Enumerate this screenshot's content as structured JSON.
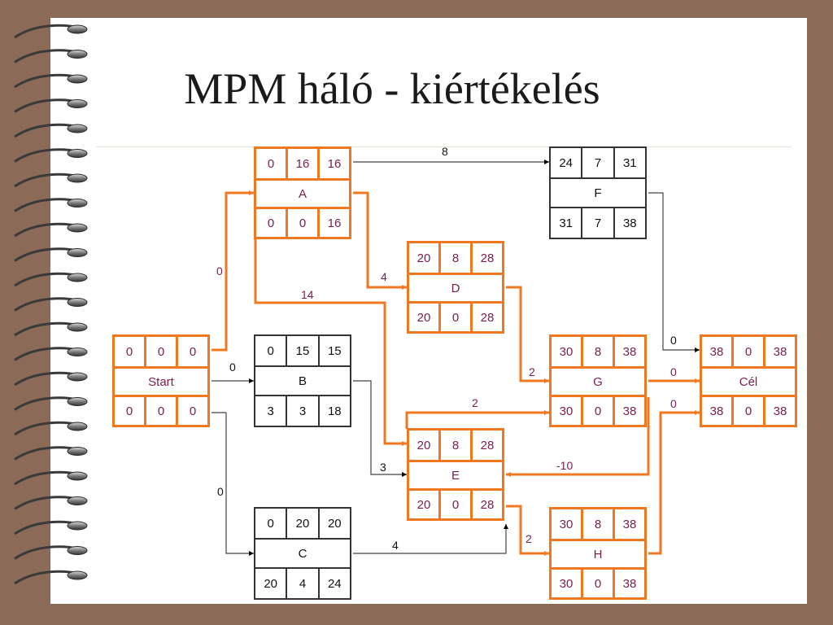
{
  "title": "MPM háló - kiértékelés",
  "nodes": {
    "A": {
      "name": "A",
      "top": [
        "0",
        "16",
        "16"
      ],
      "bot": [
        "0",
        "0",
        "16"
      ]
    },
    "F": {
      "name": "F",
      "top": [
        "24",
        "7",
        "31"
      ],
      "bot": [
        "31",
        "7",
        "38"
      ]
    },
    "D": {
      "name": "D",
      "top": [
        "20",
        "8",
        "28"
      ],
      "bot": [
        "20",
        "0",
        "28"
      ]
    },
    "Start": {
      "name": "Start",
      "top": [
        "0",
        "0",
        "0"
      ],
      "bot": [
        "0",
        "0",
        "0"
      ]
    },
    "B": {
      "name": "B",
      "top": [
        "0",
        "15",
        "15"
      ],
      "bot": [
        "3",
        "3",
        "18"
      ]
    },
    "G": {
      "name": "G",
      "top": [
        "30",
        "8",
        "38"
      ],
      "bot": [
        "30",
        "0",
        "38"
      ]
    },
    "Cel": {
      "name": "Cél",
      "top": [
        "38",
        "0",
        "38"
      ],
      "bot": [
        "38",
        "0",
        "38"
      ]
    },
    "E": {
      "name": "E",
      "top": [
        "20",
        "8",
        "28"
      ],
      "bot": [
        "20",
        "0",
        "28"
      ]
    },
    "C": {
      "name": "C",
      "top": [
        "0",
        "20",
        "20"
      ],
      "bot": [
        "20",
        "4",
        "24"
      ]
    },
    "H": {
      "name": "H",
      "top": [
        "30",
        "8",
        "38"
      ],
      "bot": [
        "30",
        "0",
        "38"
      ]
    }
  },
  "edges": {
    "A_F": "8",
    "Start_A": "0",
    "A_D": "4",
    "A_E": "14",
    "Start_B": "0",
    "Start_C": "0",
    "F_Cel": "0",
    "D_G": "2",
    "G_Cel": "0",
    "H_Cel": "0",
    "E_G": "2",
    "B_E": "3",
    "G_E": "-10",
    "C_E": "4",
    "E_H": "2"
  },
  "colors": {
    "critical": "#f07820",
    "normal": "#333333",
    "critical_text": "#7a2050",
    "background": "#8b6b57"
  }
}
